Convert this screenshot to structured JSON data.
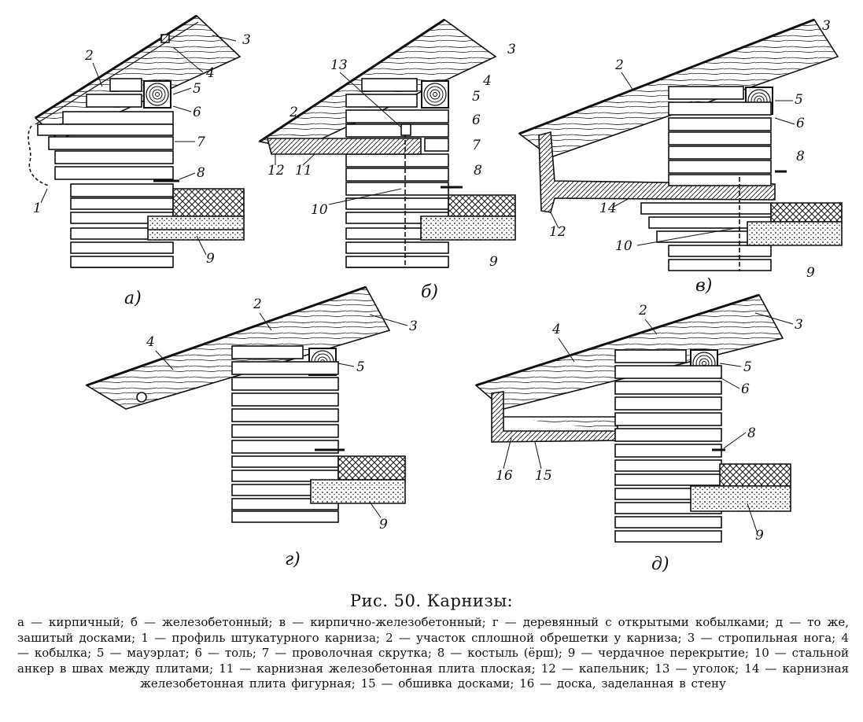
{
  "figure": {
    "subfigures": [
      {
        "id": "a",
        "label": "а)",
        "callouts": [
          "1",
          "2",
          "3",
          "4",
          "5",
          "6",
          "7",
          "8",
          "9"
        ]
      },
      {
        "id": "b",
        "label": "б)",
        "callouts": [
          "2",
          "3",
          "4",
          "5",
          "6",
          "7",
          "8",
          "9",
          "10",
          "11",
          "12",
          "13"
        ]
      },
      {
        "id": "v",
        "label": "в)",
        "callouts": [
          "2",
          "3",
          "5",
          "6",
          "8",
          "9",
          "10",
          "12",
          "14"
        ]
      },
      {
        "id": "g",
        "label": "г)",
        "callouts": [
          "2",
          "3",
          "4",
          "5",
          "9"
        ]
      },
      {
        "id": "d",
        "label": "д)",
        "callouts": [
          "2",
          "3",
          "4",
          "5",
          "6",
          "8",
          "9",
          "15",
          "16"
        ]
      }
    ]
  },
  "caption": {
    "title": "Рис. 50. Карнизы:",
    "legend": "а — кирпичный; б — железобетонный; в — кирпично-железобетонный; г — деревянный с открытыми кобылками; д — то же, зашитый досками; 1 — профиль штукатурного карниза; 2 — участок сплошной обрешетки у карниза; 3 — стропильная нога; 4 — кобылка; 5 — мауэрлат; 6 — толь; 7 — проволочная скрутка; 8 — костыль (ёрш); 9 — чердачное перекрытие; 10 — стальной анкер в швах между плитами; 11 — карнизная железобетонная плита плоская; 12 — капельник; 13 — уголок; 14 — карнизная железобетонная плита фигурная; 15 — обшивка досками; 16 — доска, заделанная в стену"
  },
  "colors": {
    "ink": "#111111",
    "paper": "#ffffff"
  }
}
